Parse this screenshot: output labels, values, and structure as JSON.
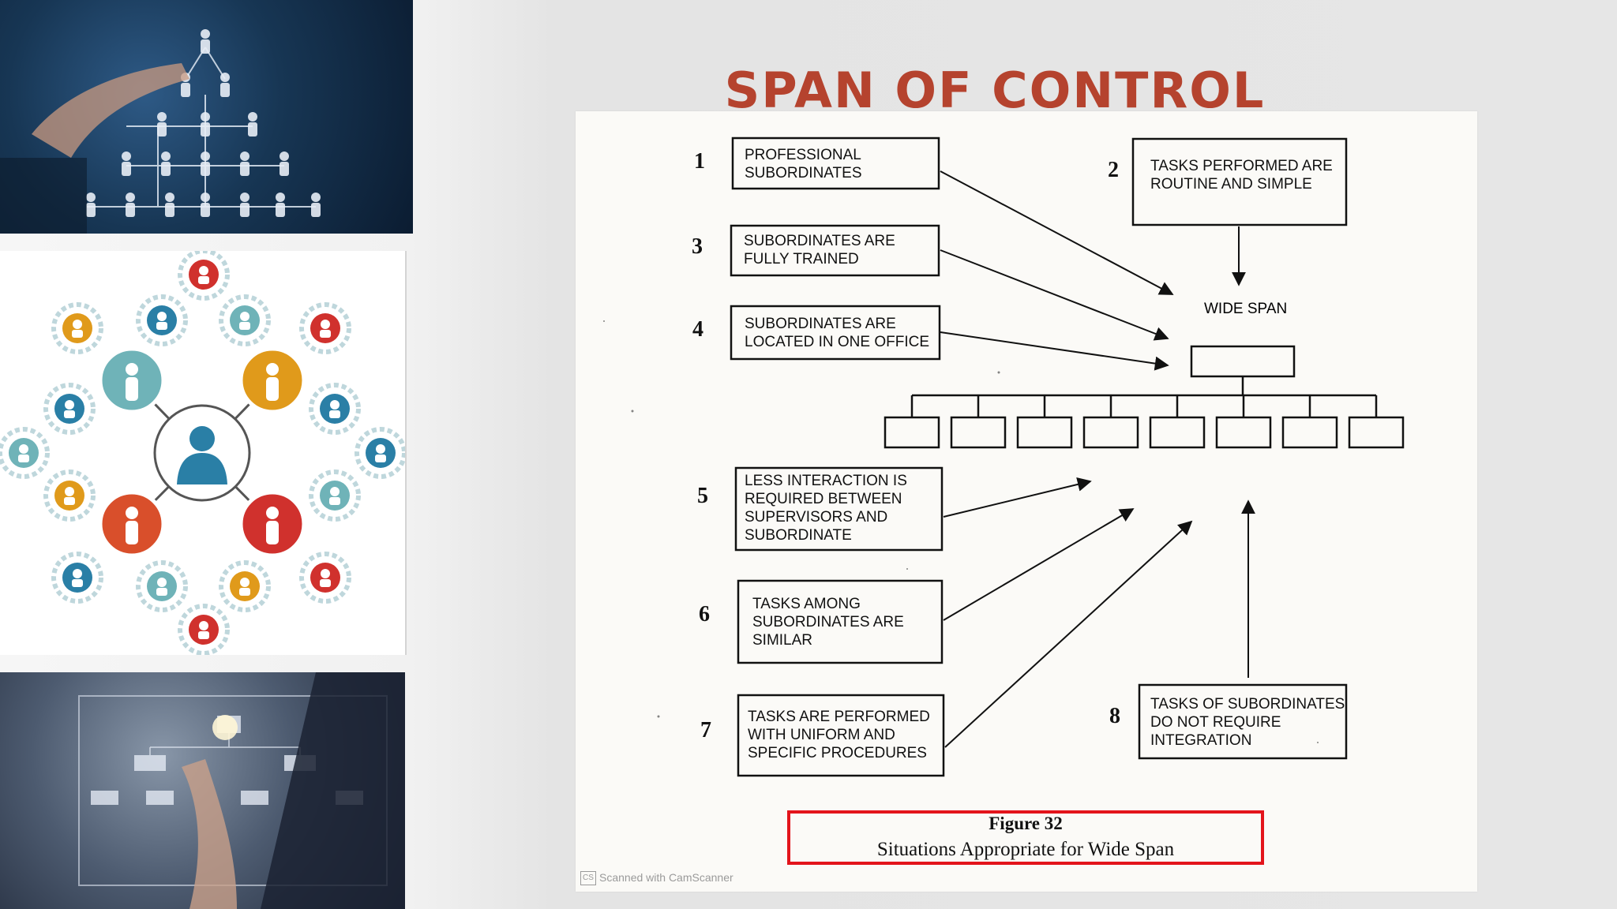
{
  "slide": {
    "title": "SPAN OF CONTROL"
  },
  "images": [
    {
      "name": "hand-org-pyramid-photo",
      "icon": "org-pyramid-icon"
    },
    {
      "name": "people-gears-network-illustration",
      "icon": "people-network-icon"
    },
    {
      "name": "hand-touching-org-chart-photo",
      "icon": "org-chart-icon"
    }
  ],
  "figure": {
    "factors": [
      {
        "number": "1",
        "lines": [
          "PROFESSIONAL",
          "SUBORDINATES"
        ]
      },
      {
        "number": "2",
        "lines": [
          "TASKS PERFORMED ARE",
          "ROUTINE AND SIMPLE"
        ]
      },
      {
        "number": "3",
        "lines": [
          "SUBORDINATES ARE",
          "FULLY TRAINED"
        ]
      },
      {
        "number": "4",
        "lines": [
          "SUBORDINATES ARE",
          "LOCATED IN ONE OFFICE"
        ]
      },
      {
        "number": "5",
        "lines": [
          "LESS INTERACTION IS",
          "REQUIRED BETWEEN",
          "SUPERVISORS AND",
          "SUBORDINATE"
        ]
      },
      {
        "number": "6",
        "lines": [
          "TASKS AMONG",
          "SUBORDINATES ARE",
          "SIMILAR"
        ]
      },
      {
        "number": "7",
        "lines": [
          "TASKS ARE PERFORMED",
          "WITH UNIFORM AND",
          "SPECIFIC PROCEDURES"
        ]
      },
      {
        "number": "8",
        "lines": [
          "TASKS OF SUBORDINATES",
          "DO NOT REQUIRE",
          "INTEGRATION"
        ]
      }
    ],
    "center_label": "WIDE SPAN",
    "subordinate_count": 8,
    "caption_number": "Figure 32",
    "caption_text": "Situations Appropriate for Wide Span",
    "watermark": "Scanned with CamScanner",
    "watermark_logo": "CS"
  },
  "colors": {
    "title": "#b5432e",
    "caption_border": "#e3141b"
  }
}
